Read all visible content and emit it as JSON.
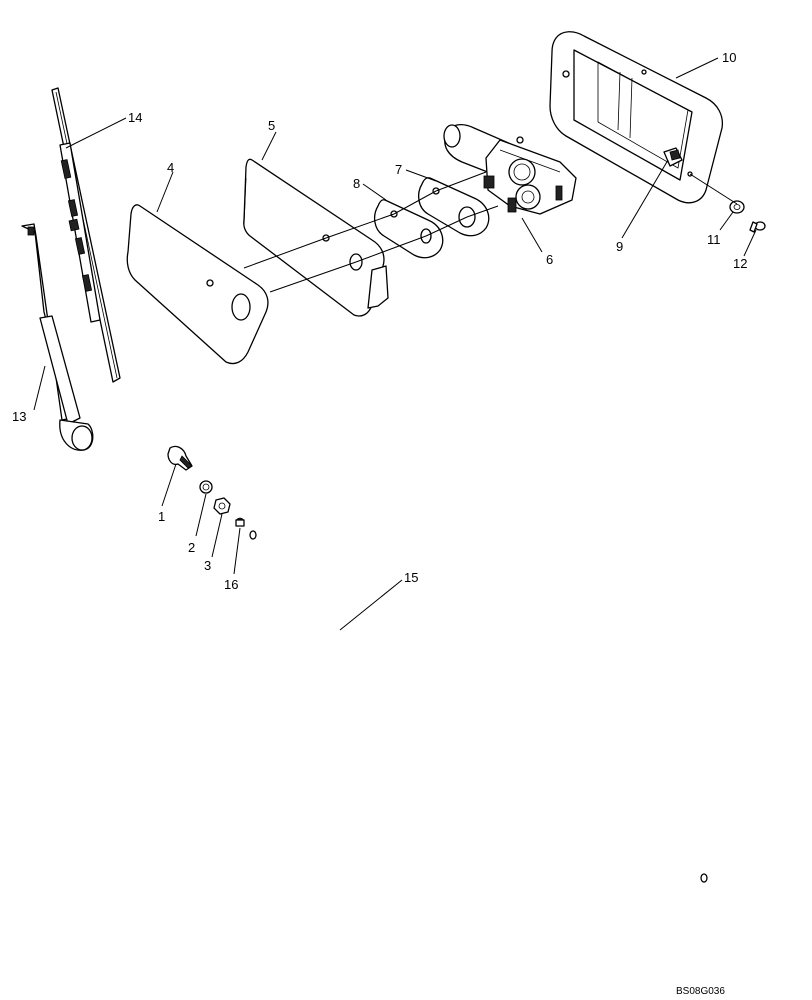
{
  "diagram": {
    "callouts": [
      "1",
      "2",
      "3",
      "4",
      "5",
      "6",
      "7",
      "8",
      "9",
      "10",
      "11",
      "12",
      "13",
      "14",
      "15",
      "16"
    ],
    "drawing_code": "BS08G036"
  }
}
